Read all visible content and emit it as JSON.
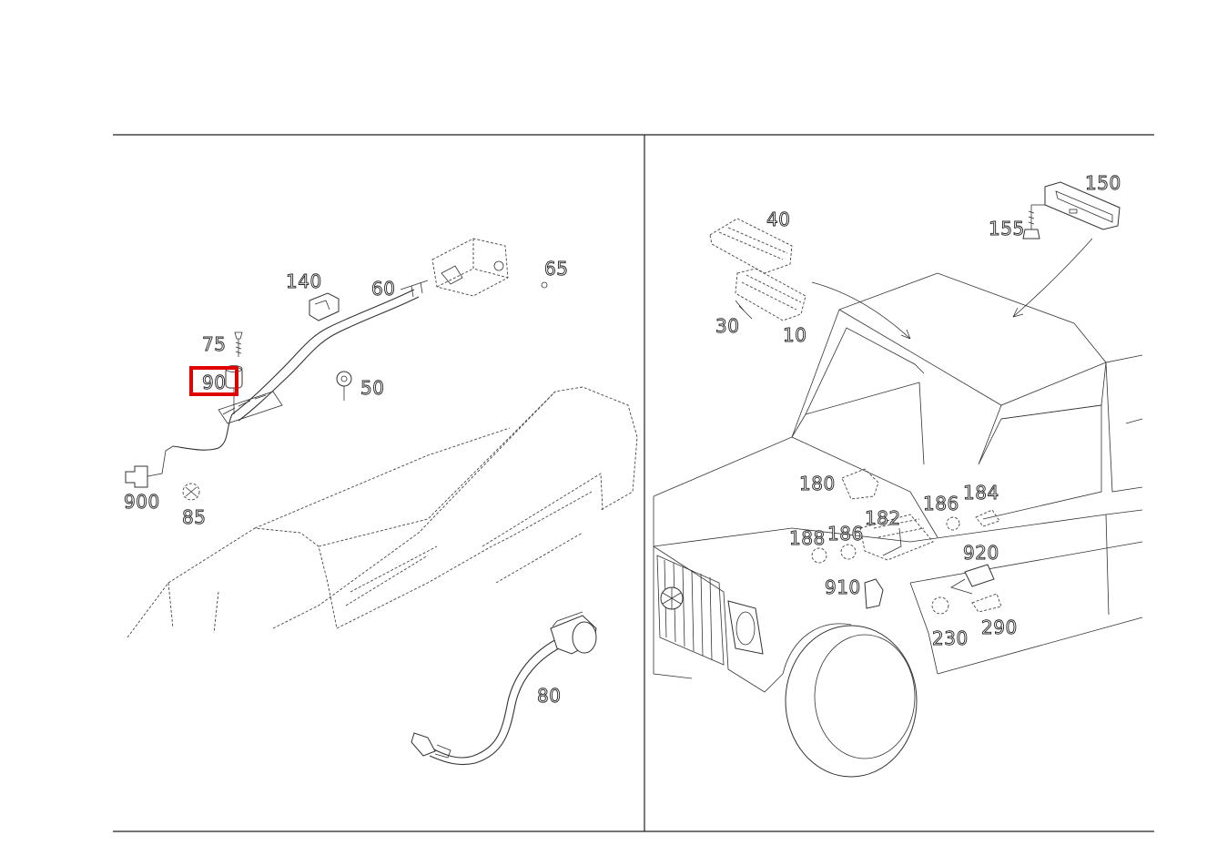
{
  "left_panel": {
    "callouts": [
      "140",
      "60",
      "65",
      "75",
      "90",
      "50",
      "900",
      "85",
      "80"
    ],
    "highlighted": "90"
  },
  "right_panel": {
    "callouts": [
      "40",
      "30",
      "10",
      "150",
      "155",
      "180",
      "186",
      "184",
      "188",
      "186",
      "182",
      "920",
      "910",
      "230",
      "290"
    ]
  },
  "highlight_color": "#e00000"
}
